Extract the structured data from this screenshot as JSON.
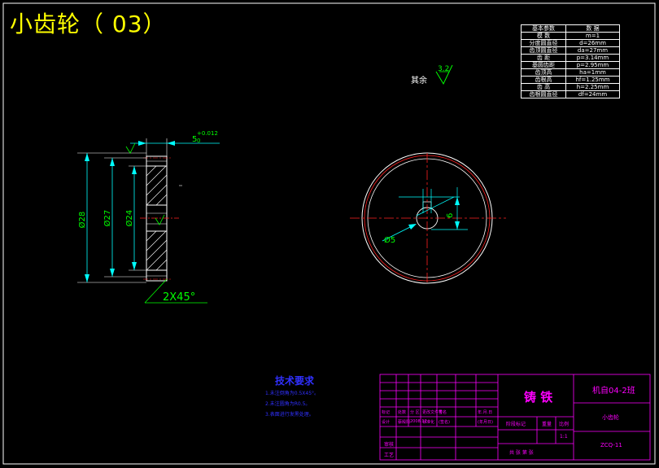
{
  "title": "小齿轮（ 03）",
  "param_table": {
    "header": [
      "基本参数",
      "数 据"
    ],
    "rows": [
      [
        "模 数",
        "m=1"
      ],
      [
        "分度圆直径",
        "d=26mm"
      ],
      [
        "齿顶圆直径",
        "da=27mm"
      ],
      [
        "齿 距",
        "p=3.14mm"
      ],
      [
        "基圆齿距",
        "p=2.95mm"
      ],
      [
        "齿顶高",
        "ha=1mm"
      ],
      [
        "齿根高",
        "hf=1.25mm"
      ],
      [
        "齿 高",
        "h=2.25mm"
      ],
      [
        "齿根圆直径",
        "df=24mm"
      ]
    ]
  },
  "roughness": {
    "label": "其余",
    "value": "3.2"
  },
  "side_view": {
    "width_dim": "5",
    "tol_upper": "+0.012",
    "tol_lower": "0",
    "dia_outer": "Ø28",
    "dia_mid": "Ø27",
    "dia_inner": "Ø24",
    "chamfer": "2X45°"
  },
  "front_view": {
    "dim_bore": "Ø5",
    "dim_height": "6"
  },
  "tech_requirements": {
    "title": "技术要求",
    "items": [
      "1.未注倒角为0.5X45°。",
      "2.未注圆角为R0.5。",
      "3.表面进行发黑处理。"
    ]
  },
  "title_block": {
    "material": "铸 铁",
    "company": "机自04-2班",
    "part_name": "小齿轮",
    "drawing_no": "ZCQ-11",
    "scale": "1:1",
    "row_labels": [
      "标记",
      "处数",
      "分 区",
      "更改文件号",
      "签名",
      "年.月.日"
    ],
    "row2": [
      "设计",
      "蔡殿阳",
      "2008.12",
      "标准化",
      "(签名)",
      "(年月日)"
    ],
    "labels": [
      "阶段标记",
      "重量",
      "比例"
    ],
    "bottom": [
      "审核",
      "工艺",
      "共 张 第 张"
    ]
  },
  "colors": {
    "outline": "#ffffff",
    "dimension": "#00ffff",
    "centerline": "#ff2020",
    "title": "#ffff00",
    "frame": "#ff00ff",
    "tech": "#3030ff",
    "dimtext": "#00ff00"
  }
}
